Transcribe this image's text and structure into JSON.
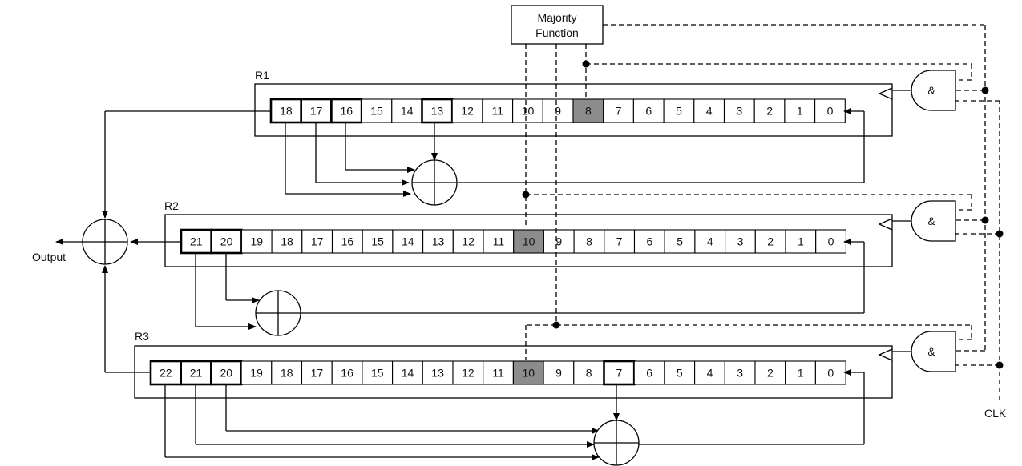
{
  "colors": {
    "line": "#000000",
    "shaded_cell": "#8c8c8c",
    "background": "#ffffff"
  },
  "majority": {
    "line1": "Majority",
    "line2": "Function"
  },
  "output_label": "Output",
  "clk_label": "CLK",
  "and_symbol": "&",
  "registers": [
    {
      "name": "R1",
      "cells": [
        "18",
        "17",
        "16",
        "15",
        "14",
        "13",
        "12",
        "11",
        "10",
        "9",
        "8",
        "7",
        "6",
        "5",
        "4",
        "3",
        "2",
        "1",
        "0"
      ],
      "taps": [
        "18",
        "17",
        "16",
        "13"
      ],
      "clock_bit": "8"
    },
    {
      "name": "R2",
      "cells": [
        "21",
        "20",
        "19",
        "18",
        "17",
        "16",
        "15",
        "14",
        "13",
        "12",
        "11",
        "10",
        "9",
        "8",
        "7",
        "6",
        "5",
        "4",
        "3",
        "2",
        "1",
        "0"
      ],
      "taps": [
        "21",
        "20"
      ],
      "clock_bit": "10"
    },
    {
      "name": "R3",
      "cells": [
        "22",
        "21",
        "20",
        "19",
        "18",
        "17",
        "16",
        "15",
        "14",
        "13",
        "12",
        "11",
        "10",
        "9",
        "8",
        "7",
        "6",
        "5",
        "4",
        "3",
        "2",
        "1",
        "0"
      ],
      "taps": [
        "22",
        "21",
        "20",
        "7"
      ],
      "clock_bit": "10"
    }
  ]
}
